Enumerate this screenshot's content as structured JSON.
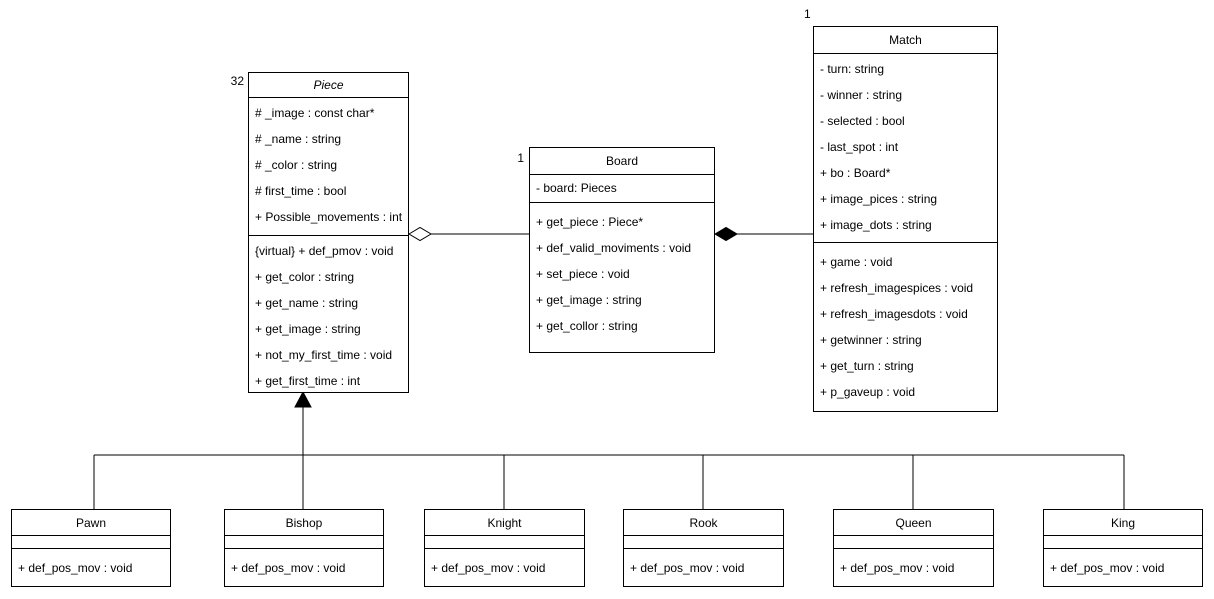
{
  "classes": [
    {
      "name": "Piece",
      "abstract": true,
      "multiplicity": "32",
      "attributes": [
        "# _image : const char*",
        "# _name : string",
        "# _color : string",
        "# first_time : bool",
        "+ Possible_movements : int"
      ],
      "methods": [
        "{virtual} + def_pmov : void",
        "+ get_color : string",
        "+ get_name : string",
        "+ get_image : string",
        "+ not_my_first_time : void",
        "+ get_first_time : int"
      ]
    },
    {
      "name": "Board",
      "abstract": false,
      "multiplicity": "1",
      "attributes": [
        "- board: Pieces"
      ],
      "methods": [
        "+ get_piece : Piece*",
        "+ def_valid_moviments : void",
        "+ set_piece : void",
        "+ get_image : string",
        "+ get_collor : string"
      ]
    },
    {
      "name": "Match",
      "abstract": false,
      "multiplicity": "1",
      "attributes": [
        "- turn: string",
        "- winner : string",
        "- selected : bool",
        "- last_spot : int",
        "+ bo : Board*",
        "+ image_pices : string",
        "+ image_dots : string"
      ],
      "methods": [
        "+ game : void",
        "+ refresh_imagespices : void",
        "+ refresh_imagesdots : void",
        "+ getwinner : string",
        "+ get_turn : string",
        "+ p_gaveup : void"
      ]
    },
    {
      "name": "Pawn",
      "abstract": false,
      "multiplicity": "",
      "attributes": [],
      "methods": [
        "+ def_pos_mov : void"
      ]
    },
    {
      "name": "Bishop",
      "abstract": false,
      "multiplicity": "",
      "attributes": [],
      "methods": [
        "+ def_pos_mov : void"
      ]
    },
    {
      "name": "Knight",
      "abstract": false,
      "multiplicity": "",
      "attributes": [],
      "methods": [
        "+ def_pos_mov : void"
      ]
    },
    {
      "name": "Rook",
      "abstract": false,
      "multiplicity": "",
      "attributes": [],
      "methods": [
        "+ def_pos_mov : void"
      ]
    },
    {
      "name": "Queen",
      "abstract": false,
      "multiplicity": "",
      "attributes": [],
      "methods": [
        "+ def_pos_mov : void"
      ]
    },
    {
      "name": "King",
      "abstract": false,
      "multiplicity": "",
      "attributes": [],
      "methods": [
        "+ def_pos_mov : void"
      ]
    }
  ],
  "relationships": [
    {
      "type": "aggregation",
      "whole_end": "Piece",
      "other_end": "Board"
    },
    {
      "type": "composition",
      "whole_end": "Board",
      "other_end": "Match"
    },
    {
      "type": "inheritance",
      "parent": "Piece",
      "children": [
        "Pawn",
        "Bishop",
        "Knight",
        "Rook",
        "Queen",
        "King"
      ]
    }
  ],
  "colors": {
    "line": "#000000",
    "box_border": "#000000",
    "box_fill": "#ffffff",
    "text": "#000000",
    "background": "#ffffff"
  }
}
